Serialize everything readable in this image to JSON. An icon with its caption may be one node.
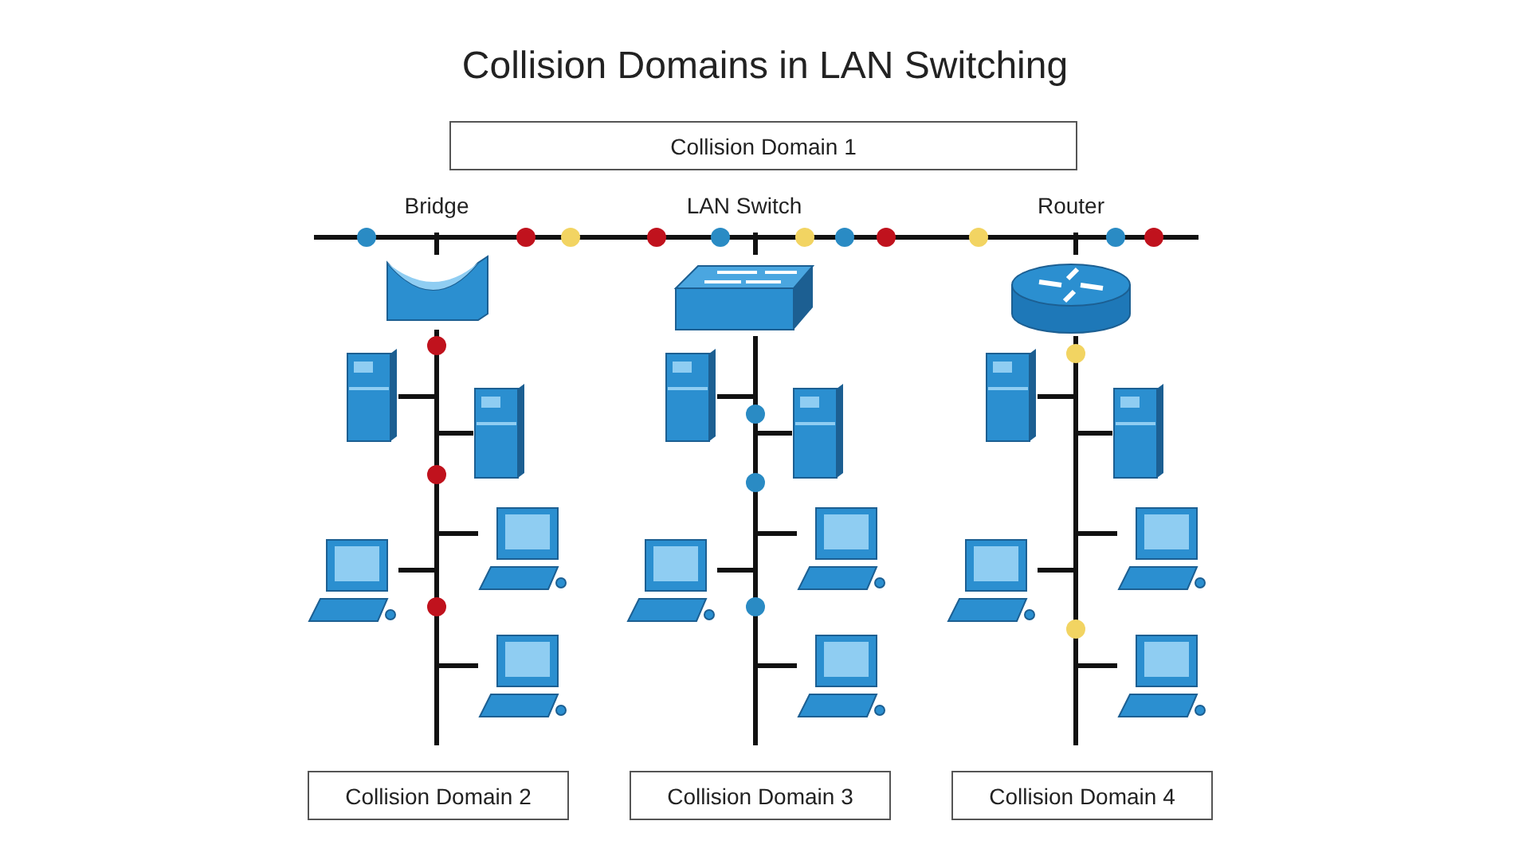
{
  "diagram": {
    "title": "Collision Domains in LAN Switching",
    "nodes": [
      {
        "text": [
          "Collision Domain 1"
        ]
      },
      {
        "text": [
          "Bridge"
        ]
      },
      {
        "text": [
          "LAN Switch"
        ]
      },
      {
        "text": [
          "Router"
        ]
      },
      {
        "text": [],
        "shape": "picture"
      },
      {
        "text": [],
        "shape": "picture"
      },
      {
        "text": [],
        "shape": "picture"
      },
      {
        "text": [],
        "shape": "picture"
      },
      {
        "text": [],
        "shape": "picture"
      },
      {
        "text": [],
        "shape": "picture"
      },
      {
        "text": [],
        "shape": "picture"
      },
      {
        "text": [],
        "shape": "picture"
      },
      {
        "text": [],
        "shape": "picture"
      },
      {
        "text": [],
        "shape": "picture"
      },
      {
        "text": [],
        "shape": "picture"
      },
      {
        "text": [],
        "shape": "picture"
      },
      {
        "text": [],
        "shape": "picture"
      },
      {
        "text": [],
        "shape": "picture"
      },
      {
        "text": [],
        "shape": "picture"
      },
      {
        "text": [
          "Collision Domain 2"
        ]
      },
      {
        "text": [
          "Collision Domain 3"
        ]
      },
      {
        "text": [
          "Collision Domain 4"
        ]
      }
    ],
    "edges": [
      {
        "from": 1,
        "to": 2,
        "arrow": "none"
      },
      {
        "from": 2,
        "to": 3,
        "arrow": "none"
      },
      {
        "from": 1,
        "to": 4,
        "arrow": "none"
      },
      {
        "from": 1,
        "to": 5,
        "arrow": "none"
      },
      {
        "from": 1,
        "to": 6,
        "arrow": "none"
      },
      {
        "from": 1,
        "to": 7,
        "arrow": "none"
      },
      {
        "from": 1,
        "to": 8,
        "arrow": "none"
      },
      {
        "from": 2,
        "to": 9,
        "arrow": "none"
      },
      {
        "from": 2,
        "to": 10,
        "arrow": "none"
      },
      {
        "from": 2,
        "to": 11,
        "arrow": "none"
      },
      {
        "from": 2,
        "to": 12,
        "arrow": "none"
      },
      {
        "from": 2,
        "to": 13,
        "arrow": "none"
      },
      {
        "from": 3,
        "to": 14,
        "arrow": "none"
      },
      {
        "from": 3,
        "to": 15,
        "arrow": "none"
      },
      {
        "from": 3,
        "to": 16,
        "arrow": "none"
      },
      {
        "from": 3,
        "to": 17,
        "arrow": "none"
      },
      {
        "from": 3,
        "to": 18,
        "arrow": "none"
      }
    ]
  }
}
